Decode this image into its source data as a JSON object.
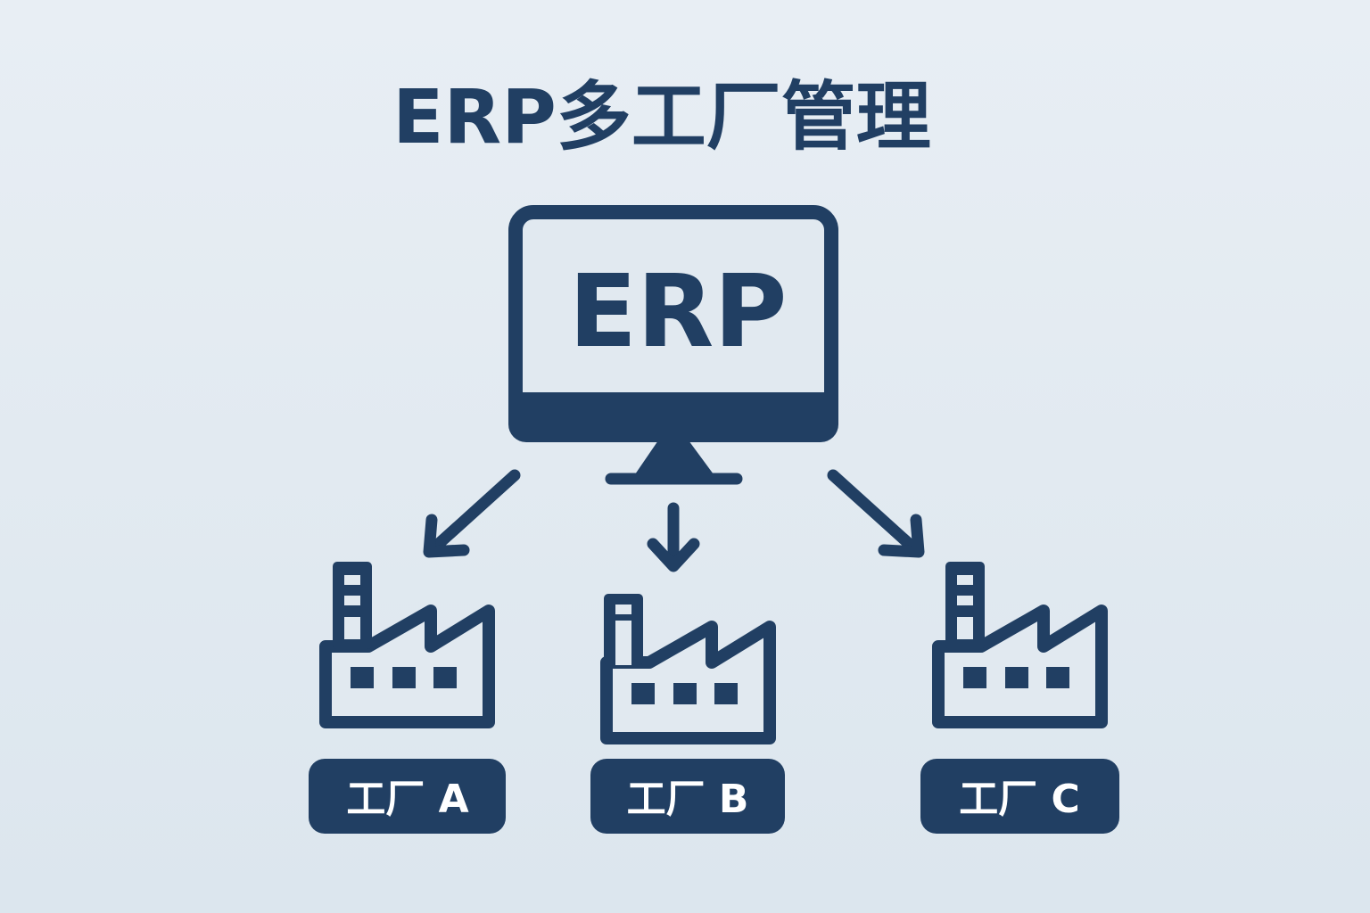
{
  "title": "ERP多工厂管理",
  "system": {
    "label": "ERP",
    "icon": "monitor-icon"
  },
  "factories": [
    {
      "label": "工厂 A",
      "icon": "factory-icon"
    },
    {
      "label": "工厂 B",
      "icon": "factory-icon"
    },
    {
      "label": "工厂 C",
      "icon": "factory-icon"
    }
  ],
  "colors": {
    "primary": "#213f63",
    "background": "#e3eaf1",
    "label_text": "#ffffff"
  }
}
